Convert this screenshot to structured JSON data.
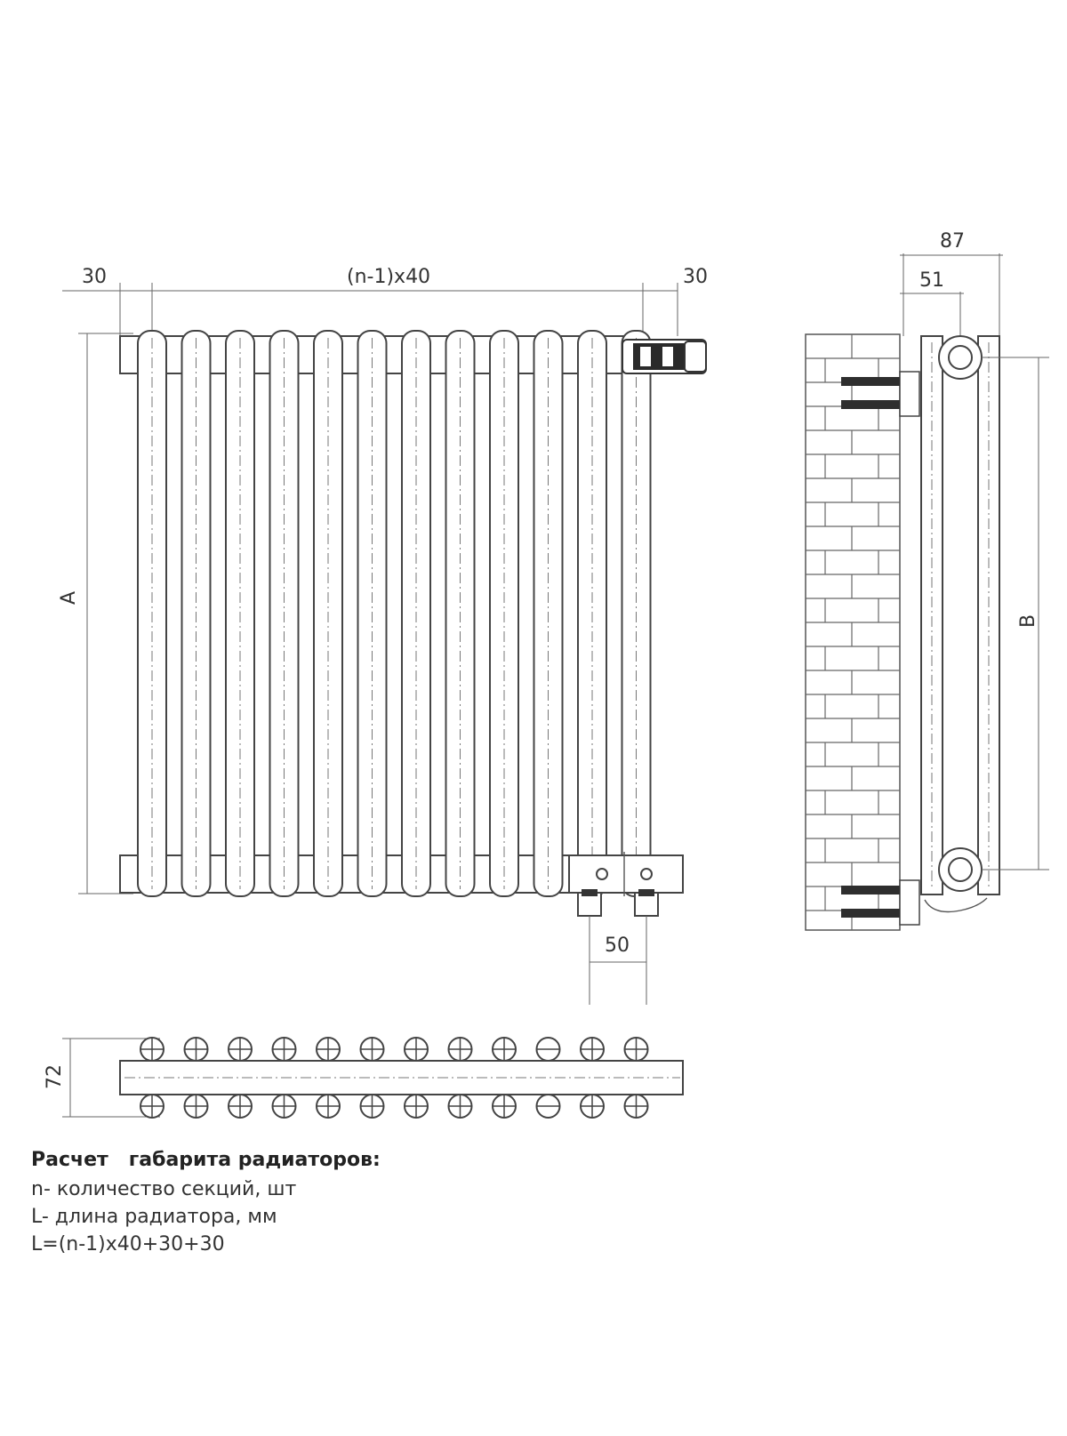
{
  "dimensions": {
    "left_margin": "30",
    "pitch": "(n-1)x40",
    "right_margin": "30",
    "height_a": "A",
    "pipe_spacing": "50",
    "depth": "72",
    "wall_total": "87",
    "wall_axis": "51",
    "height_b": "B"
  },
  "notes": {
    "title": "Расчет   габарита радиаторов:",
    "lines": [
      "n- количество секций, шт",
      "L- длина радиатора, мм",
      "L=(n-1)x40+30+30"
    ]
  },
  "sections": {
    "count": 12
  }
}
